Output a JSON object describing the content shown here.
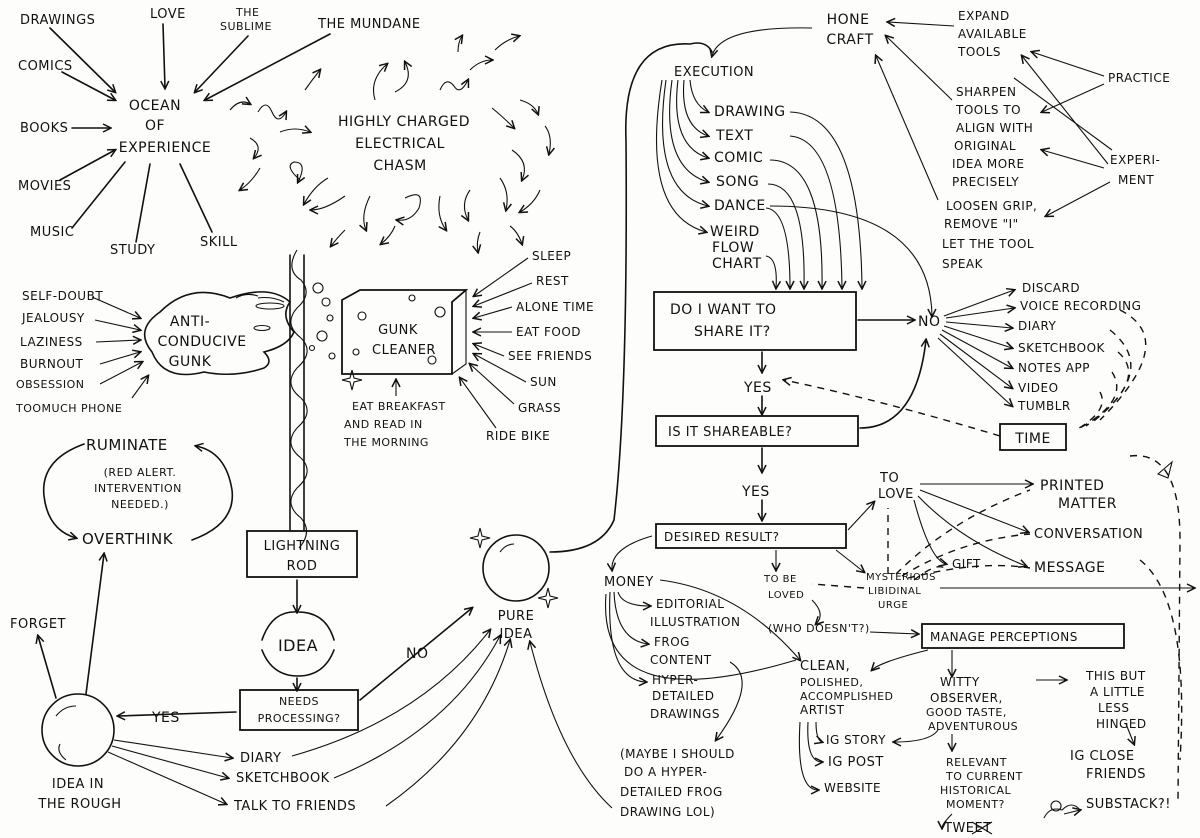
{
  "top_left": {
    "inputs": [
      "DRAWINGS",
      "LOVE",
      "THE",
      "SUBLIME",
      "THE MUNDANE",
      "COMICS",
      "BOOKS",
      "MOVIES",
      "MUSIC",
      "STUDY",
      "SKILL"
    ],
    "ocean": [
      "OCEAN",
      "OF",
      "EXPERIENCE"
    ],
    "chasm": [
      "HIGHLY  CHARGED",
      "ELECTRICAL",
      "CHASM"
    ]
  },
  "gunk": {
    "causes": [
      "SELF-DOUBT",
      "JEALOUSY",
      "LAZINESS",
      "BURNOUT",
      "OBSESSION",
      "TOOMUCH PHONE"
    ],
    "label": [
      "ANTI-",
      "CONDUCIVE",
      "GUNK"
    ],
    "cleaner": [
      "GUNK",
      "CLEANER"
    ],
    "remedies": [
      "SLEEP",
      "REST",
      "ALONE TIME",
      "EAT FOOD",
      "SEE FRIENDS",
      "SUN",
      "GRASS",
      "RIDE BIKE"
    ],
    "breakfast": [
      "EAT BREAKFAST",
      "AND READ IN",
      "THE MORNING"
    ]
  },
  "loop": {
    "ruminate": "RUMINATE",
    "note": [
      "(RED ALERT.",
      "INTERVENTION",
      "NEEDED.)"
    ],
    "overthink": "OVERTHINK"
  },
  "center": {
    "rod": [
      "LIGHTNING",
      "ROD"
    ],
    "idea": "IDEA",
    "needs": [
      "NEEDS",
      "PROCESSING?"
    ],
    "no": "NO",
    "yes": "YES",
    "pure": [
      "PURE",
      "IDEA"
    ],
    "forget": "FORGET",
    "rough": [
      "IDEA IN",
      "THE ROUGH"
    ],
    "outlets": [
      "DIARY",
      "SKETCHBOOK",
      "TALK TO FRIENDS"
    ]
  },
  "craft": {
    "hone": [
      "HONE",
      "CRAFT"
    ],
    "expand": [
      "EXPAND",
      "AVAILABLE",
      "TOOLS"
    ],
    "practice": "PRACTICE",
    "sharpen": [
      "SHARPEN",
      "TOOLS TO",
      "ALIGN WITH",
      "ORIGINAL",
      "IDEA MORE",
      "PRECISELY"
    ],
    "experiment": [
      "EXPERI-",
      "MENT"
    ],
    "loosen": [
      "LOOSEN GRIP,",
      "REMOVE \"I\"",
      "LET THE TOOL",
      "SPEAK"
    ]
  },
  "execution": {
    "title": "EXECUTION",
    "items": [
      "DRAWING",
      "TEXT",
      "COMIC",
      "SONG",
      "DANCE",
      "WEIRD",
      "FLOW",
      "CHART"
    ]
  },
  "share": {
    "want": [
      "DO I WANT TO",
      "SHARE IT?"
    ],
    "no": "NO",
    "private": [
      "DISCARD",
      "VOICE RECORDING",
      "DIARY",
      "SKETCHBOOK",
      "NOTES APP",
      "VIDEO",
      "TUMBLR"
    ],
    "time": "TIME",
    "yes1": "YES",
    "shareable": "IS IT SHAREABLE?",
    "yes2": "YES",
    "desired": "DESIRED RESULT?"
  },
  "results": {
    "to_love": [
      "TO",
      "LOVE"
    ],
    "printed": [
      "PRINTED",
      "MATTER"
    ],
    "conversation": "CONVERSATION",
    "gift": "GIFT",
    "message": "MESSAGE",
    "mysterious": [
      "MYSTERIOUS",
      "LIBIDINAL",
      "URGE"
    ],
    "money": "MONEY",
    "money_items": [
      "EDITORIAL",
      "ILLUSTRATION",
      "FROG",
      "CONTENT",
      "HYPER-",
      "DETAILED",
      "DRAWINGS"
    ],
    "maybe": [
      "(MAYBE I SHOULD",
      "DO A HYPER-",
      "DETAILED FROG",
      "DRAWING LOL)"
    ],
    "to_be_loved": [
      "TO BE",
      "LOVED"
    ],
    "who": "(WHO DOESN'T?)",
    "manage": "MANAGE  PERCEPTIONS",
    "clean": [
      "CLEAN,",
      "POLISHED,",
      "ACCOMPLISHED",
      "ARTIST"
    ],
    "clean_items": [
      "IG STORY",
      "IG POST",
      "WEBSITE"
    ],
    "witty": [
      "WITTY",
      "OBSERVER,",
      "GOOD TASTE,",
      "ADVENTUROUS"
    ],
    "less": [
      "THIS BUT",
      "A LITTLE",
      "LESS",
      "HINGED"
    ],
    "close": [
      "IG CLOSE",
      "FRIENDS"
    ],
    "relevant": [
      "RELEVANT",
      "TO CURRENT",
      "HISTORICAL",
      "MOMENT?"
    ],
    "tweet": "TWEET",
    "substack": "SUBSTACK?!"
  }
}
